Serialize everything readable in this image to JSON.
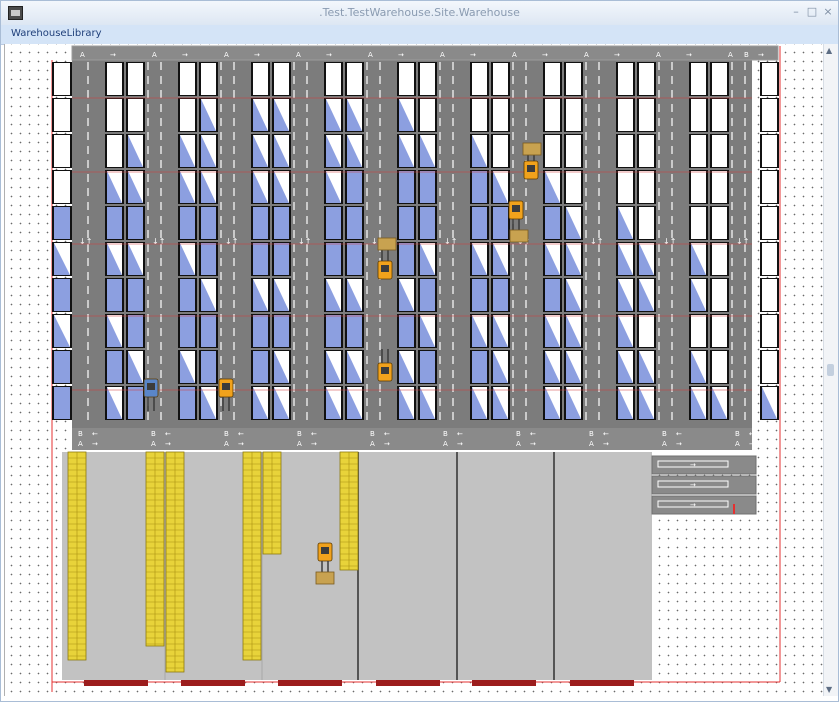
{
  "window": {
    "title": ".Test.TestWarehouse.Site.Warehouse",
    "minimize_glyph": "–",
    "maximize_glyph": "□",
    "close_glyph": "×"
  },
  "menu": {
    "items": [
      "WarehouseLibrary"
    ]
  },
  "colors": {
    "floor": "#7c7c7c",
    "aisle_white": "#ffffff",
    "rack_cell": "#ffffff",
    "rack_fill": "#8c9fe0",
    "staging_gray": "#c2c2c2",
    "yellow_pallet": "#e8d33a",
    "forklift": "#f1a21c",
    "boundary_red": "#e53030",
    "dock_red": "#9c1d1d"
  },
  "labels": {
    "aisle_start": "A",
    "aisle_end": "B",
    "arrow_right": "→",
    "arrow_left": "←",
    "turn": "↓↑"
  },
  "icons": {
    "app": "app-icon",
    "forklift": "forklift-icon",
    "scroll_up": "scroll-up-icon",
    "scroll_down": "scroll-down-icon"
  }
}
